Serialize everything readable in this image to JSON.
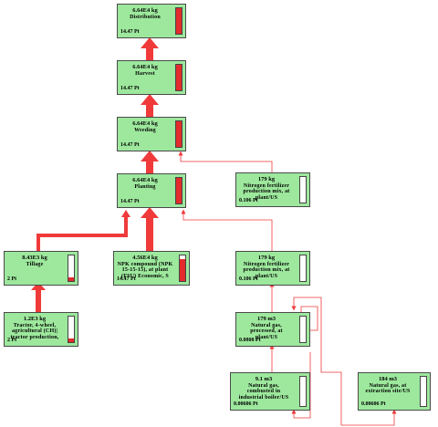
{
  "colors": {
    "node": "#9de89d",
    "link": "#f03a3a",
    "bar": "#e32b2b"
  },
  "nodes": [
    {
      "id": "distribution",
      "amount": "6.64E4 kg",
      "name": "Distribution",
      "score": "14.47 Pt",
      "fill": 1.0
    },
    {
      "id": "harvest",
      "amount": "6.64E4 kg",
      "name": "Harvest",
      "score": "14.47 Pt",
      "fill": 1.0
    },
    {
      "id": "weeding",
      "amount": "6.64E4 kg",
      "name": "Weeding",
      "score": "14.47 Pt",
      "fill": 1.0
    },
    {
      "id": "planting",
      "amount": "6.64E4 kg",
      "name": "Planting",
      "score": "14.47 Pt",
      "fill": 1.0
    },
    {
      "id": "nfert-mix",
      "amount": "179 kg",
      "name": "Nitrogen fertilizer\nproduction mix, at\nplant/US",
      "score": "0.106 Pt",
      "fill": 0.0
    },
    {
      "id": "tillage",
      "amount": "8.43E3 kg",
      "name": "Tillage",
      "score": "2 Pt",
      "fill": 0.14
    },
    {
      "id": "npk",
      "amount": "4.56E4 kg",
      "name": "NPK compound (NPK\n15-15-15), at plant\n(FSU) Economic, S",
      "score": "14.47 Pt",
      "fill": 0.85
    },
    {
      "id": "nfert-plant",
      "amount": "179 kg",
      "name": "Nitrogen fertilizer\nproduction mix, at\nplant/US",
      "score": "0.106 Pt",
      "fill": 0.0
    },
    {
      "id": "tractor",
      "amount": "1.2E3 kg",
      "name": "Tractor, 4-wheel,\nagricultural (CH)|\ntractor production,",
      "score": "2 Pt",
      "fill": 0.14
    },
    {
      "id": "ng-processed",
      "amount": "179 m3",
      "name": "Natural gas,\nprocessed, at\nplant/US",
      "score": "0.0808 Pt",
      "fill": 0.0
    },
    {
      "id": "ng-boiler",
      "amount": "9.1 m3",
      "name": "Natural gas,\ncombusted in\nindustrial boiler/US",
      "score": "0.00606 Pt",
      "fill": 0.0
    },
    {
      "id": "ng-extraction",
      "amount": "184 m3",
      "name": "Natural gas, at\nextraction site/US",
      "score": "0.00606 Pt",
      "fill": 0.0
    }
  ]
}
